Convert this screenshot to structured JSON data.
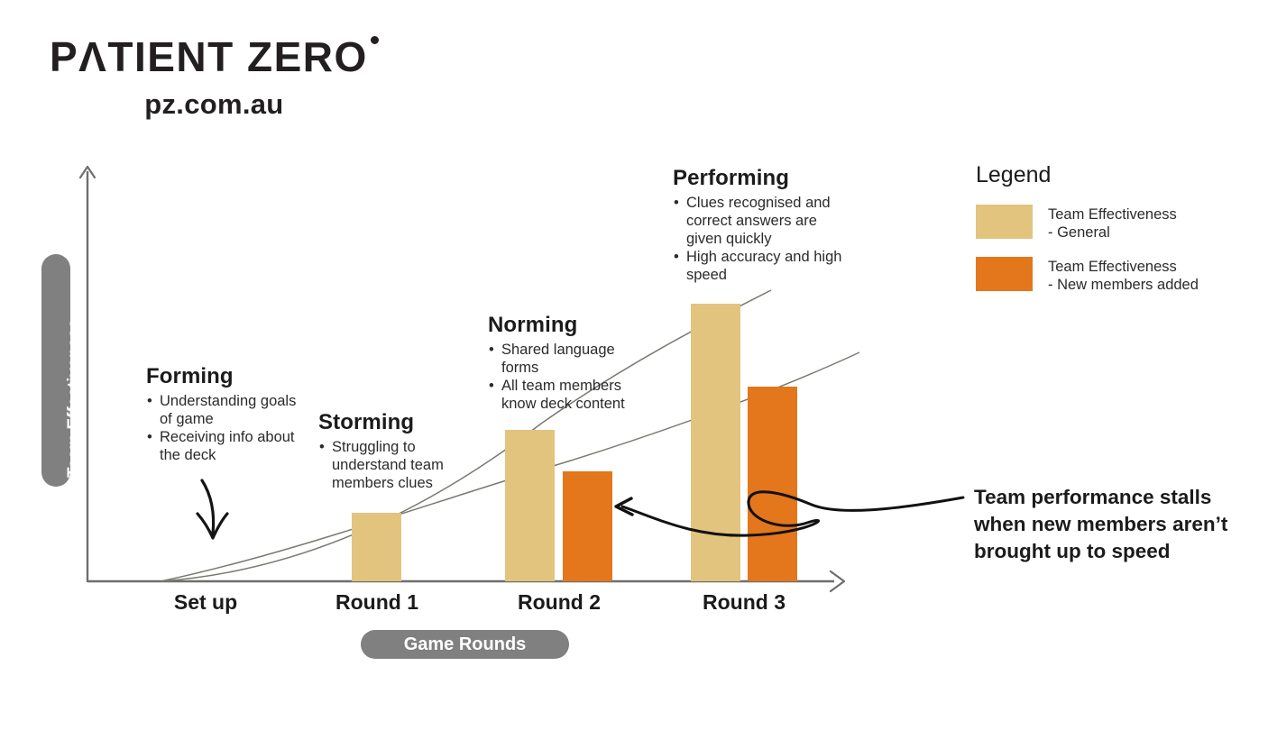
{
  "logo": {
    "wordmark": "PΛTIENT ZERO",
    "site": "pz.com.au"
  },
  "axes": {
    "y_label": "Team Effectiveness",
    "x_label": "Game Rounds"
  },
  "legend": {
    "title": "Legend",
    "items": [
      {
        "label": "Team Effectiveness\n- General",
        "color": "#E3C47E"
      },
      {
        "label": "Team Effectiveness\n- New members added",
        "color": "#E4761C"
      }
    ]
  },
  "stages": [
    {
      "title": "Forming",
      "bullets": [
        "Understanding goals of game",
        "Receiving info about the deck"
      ]
    },
    {
      "title": "Storming",
      "bullets": [
        "Struggling to understand team members clues"
      ]
    },
    {
      "title": "Norming",
      "bullets": [
        "Shared language forms",
        "All team members know deck content"
      ]
    },
    {
      "title": "Performing",
      "bullets": [
        "Clues recognised and correct answers are given quickly",
        "High accuracy and high speed"
      ]
    }
  ],
  "annotation": {
    "text": "Team performance stalls when new members aren’t brought up to speed"
  },
  "chart_data": {
    "type": "bar",
    "title": "",
    "xlabel": "Game Rounds",
    "ylabel": "Team Effectiveness",
    "categories": [
      "Set up",
      "Round 1",
      "Round 2",
      "Round 3"
    ],
    "series": [
      {
        "name": "Team Effectiveness - General",
        "color": "#E3C47E",
        "values": [
          0,
          20,
          44,
          81
        ]
      },
      {
        "name": "Team Effectiveness - New members added",
        "color": "#E4761C",
        "values": [
          0,
          0,
          32,
          57
        ]
      }
    ],
    "trend_lines": [
      {
        "name": "General trend",
        "note": "rising exponential curve ending high right"
      },
      {
        "name": "New members trend",
        "note": "shallower rising curve ending lower right"
      }
    ],
    "grid": false,
    "legend_position": "right",
    "ylim": [
      0,
      100
    ]
  }
}
